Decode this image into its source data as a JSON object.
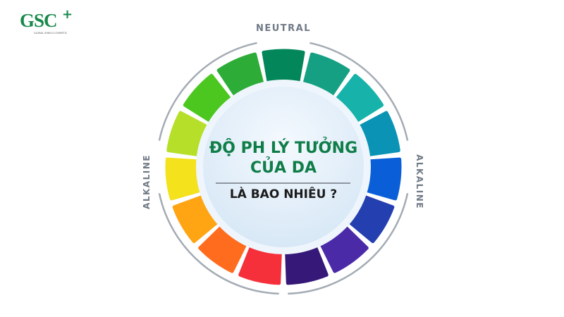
{
  "logo": {
    "brand": "GSC",
    "plus": "+",
    "tagline": "GLOBAL SHIELD COSMETIC"
  },
  "title_line1": "ĐỘ PH LÝ TƯỞNG",
  "title_line2": "CỦA DA",
  "subtitle": "LÀ BAO NHIÊU ?",
  "labels": {
    "top": "NEUTRAL",
    "left": "ALKALINE",
    "right": "ALKALINE"
  },
  "colors": {
    "title": "#0f7d48",
    "ring": "#a3abb4",
    "segments_clockwise_from_top": [
      "#03875a",
      "#15a083",
      "#17b3aa",
      "#0a93b5",
      "#0a5fd8",
      "#2440b0",
      "#4b2aa8",
      "#361878",
      "#f5303a",
      "#ff6c1e",
      "#ffa412",
      "#f3e21c",
      "#b6df2a",
      "#4cc720",
      "#2eac38"
    ]
  }
}
